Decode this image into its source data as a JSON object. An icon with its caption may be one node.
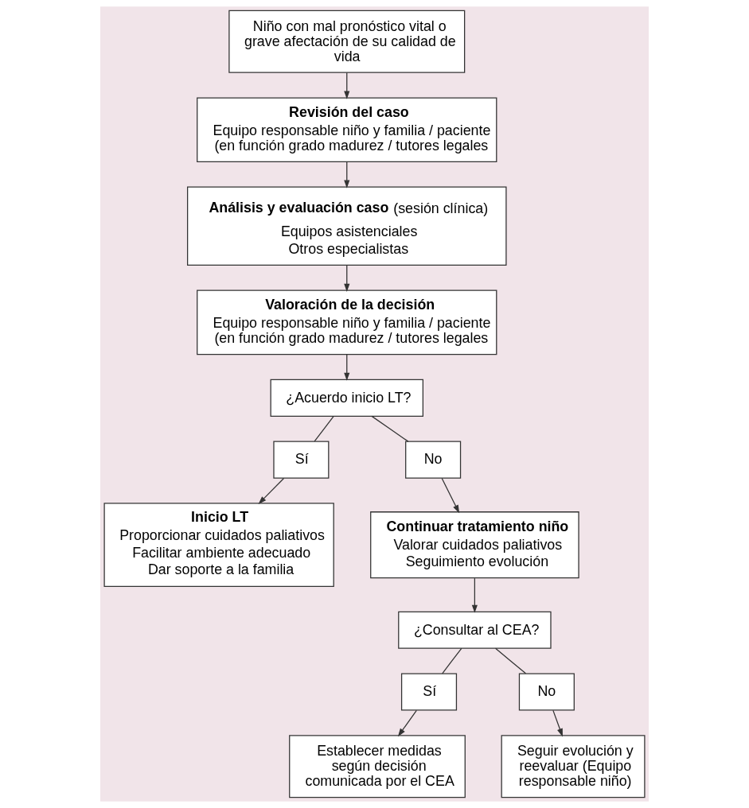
{
  "diagram": {
    "nodes": [
      {
        "text": [
          "Niño con mal pronóstico vital o grave afectación de su calidad de vida"
        ]
      },
      {
        "text": [
          "Revisión del caso",
          "Equipo responsable niño y familia / paciente (en función grado madurez / tutores legales"
        ]
      },
      {
        "text": [
          "**Análisis y evaluación caso** (sesión clínica)",
          "Equipos asistenciales",
          "Otros especialistas"
        ]
      },
      {
        "text": [
          "Valoración de la decisión",
          "Equipo responsable niño y familia / paciente (en función grado madurez / tutores legales"
        ]
      },
      {
        "text": [
          "¿Acuerdo inicio LT?"
        ]
      },
      {
        "text": [
          "Sí"
        ]
      },
      {
        "text": [
          "No"
        ]
      },
      {
        "text": [
          "Inicio LT",
          "Proporcionar cuidados paliativos",
          "Facilitar ambiente adecuado",
          "Dar soporte a la familia"
        ]
      },
      {
        "text": [
          "Continuar tratamiento niño",
          "Valorar cuidados paliativos",
          "Seguimiento evolución"
        ]
      },
      {
        "text": [
          "¿Consultar al CEA?"
        ]
      },
      {
        "text": [
          "Sí"
        ]
      },
      {
        "text": [
          "No"
        ]
      },
      {
        "text": [
          "Establecer medidas según decisión comunicada por el CEA"
        ]
      },
      {
        "text": [
          "Seguir evolución y reevaluar (Equipo responsable niño)"
        ]
      }
    ],
    "edges": [
      {
        "from": 0,
        "to": 1,
        "arrow": "to"
      },
      {
        "from": 1,
        "to": 2,
        "arrow": "to"
      },
      {
        "from": 2,
        "to": 3,
        "arrow": "to"
      },
      {
        "from": 3,
        "to": 4,
        "arrow": "to"
      },
      {
        "from": 4,
        "to": 5,
        "arrow": "none"
      },
      {
        "from": 4,
        "to": 6,
        "arrow": "none"
      },
      {
        "from": 5,
        "to": 7,
        "arrow": "to"
      },
      {
        "from": 6,
        "to": 8,
        "arrow": "to"
      },
      {
        "from": 8,
        "to": 9,
        "arrow": "to"
      },
      {
        "from": 9,
        "to": 10,
        "arrow": "none"
      },
      {
        "from": 9,
        "to": 11,
        "arrow": "none"
      },
      {
        "from": 10,
        "to": 12,
        "arrow": "to"
      },
      {
        "from": 11,
        "to": 13,
        "arrow": "to"
      }
    ]
  }
}
